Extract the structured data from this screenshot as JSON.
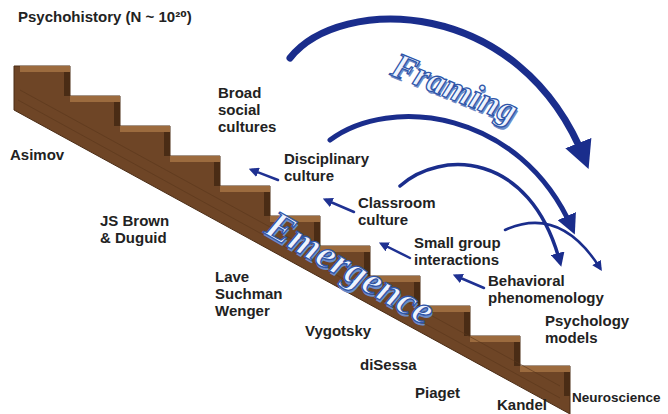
{
  "diagram": {
    "labels": [
      "Psychohistory (N ~ 10²⁰)",
      "Broad social cultures",
      "Asimov",
      "Framing",
      "Disciplinary culture",
      "Classroom culture",
      "JS Brown & Duguid",
      "Small group interactions",
      "Emergence",
      "Behavioral phenomenology",
      "Lave Suchman Wenger",
      "Psychology models",
      "Vygotsky",
      "diSessa",
      "Piaget",
      "Neuroscience",
      "Kandel"
    ]
  }
}
